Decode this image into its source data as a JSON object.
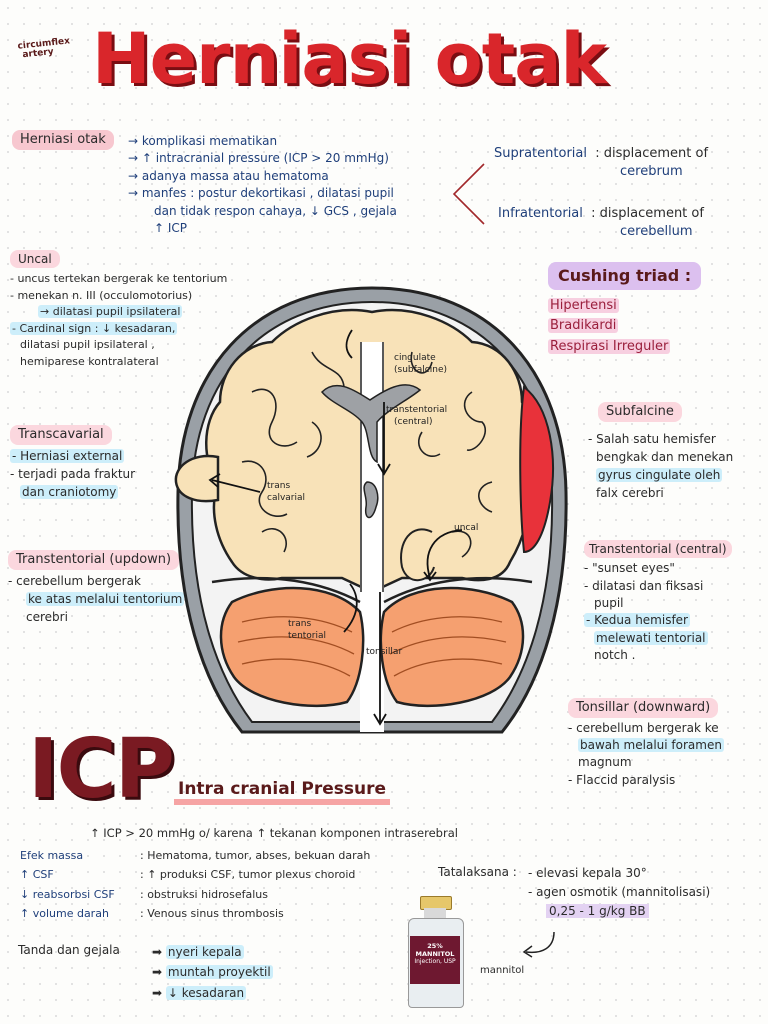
{
  "header": {
    "corner_note_1": "circumflex",
    "corner_note_2": "artery",
    "title": "Herniasi otak"
  },
  "definition": {
    "label": "Herniasi otak",
    "lines": [
      "→ komplikasi mematikan",
      "→ ↑ intracranial pressure (ICP > 20 mmHg)",
      "→ adanya massa atau hematoma",
      "→ manfes : postur dekortikasi , dilatasi pupil",
      "dan tidak respon cahaya, ↓ GCS , gejala",
      "↑ ICP"
    ]
  },
  "classification": {
    "supratentorial_label": "Supratentorial",
    "supratentorial_desc_1": ": displacement of",
    "supratentorial_desc_2": "cerebrum",
    "infratentorial_label": "Infratentorial",
    "infratentorial_desc_1": ": displacement of",
    "infratentorial_desc_2": "cerebellum"
  },
  "cushing": {
    "title": "Cushing triad :",
    "items": [
      "Hipertensi",
      "Bradikardi",
      "Respirasi Irreguler"
    ]
  },
  "uncal": {
    "title": "Uncal",
    "lines": [
      "- uncus tertekan bergerak ke tentorium",
      "- menekan n. III (occulomotorius)",
      "→ dilatasi pupil ipsilateral",
      "- Cardinal sign : ↓ kesadaran,",
      "dilatasi pupil ipsilateral ,",
      "hemiparese kontralateral"
    ]
  },
  "transcavarial": {
    "title": "Transcavarial",
    "lines": [
      "- Herniasi external",
      "- terjadi pada fraktur",
      "dan craniotomy"
    ]
  },
  "transtentorial_up": {
    "title": "Transtentorial (updown)",
    "lines": [
      "- cerebellum bergerak",
      "ke atas melalui tentorium",
      "cerebri"
    ]
  },
  "subfalcine": {
    "title": "Subfalcine",
    "lines": [
      "- Salah satu hemisfer",
      "bengkak dan menekan",
      "gyrus cingulate oleh",
      "falx cerebri"
    ]
  },
  "transtentorial_central": {
    "title": "Transtentorial (central)",
    "lines": [
      "- \"sunset eyes\"",
      "- dilatasi dan fiksasi",
      "pupil",
      "- Kedua hemisfer",
      "melewati tentorial",
      "notch ."
    ]
  },
  "tonsillar": {
    "title": "Tonsillar (downward)",
    "lines": [
      "- cerebellum bergerak ke",
      "bawah melalui foramen",
      "magnum",
      "- Flaccid paralysis"
    ]
  },
  "diagram_labels": {
    "cingulate": "cingulate",
    "subfalcine": "(subfalcine)",
    "transtentorial": "transtentorial",
    "central": "(central)",
    "trans_calvarial_1": "trans",
    "trans_calvarial_2": "calvarial",
    "uncal": "uncal",
    "trans_tentorial_1": "trans",
    "trans_tentorial_2": "tentorial",
    "tonsillar": "tonsillar"
  },
  "icp": {
    "big": "ICP",
    "subtitle": "Intra cranial Pressure",
    "def": "↑ ICP > 20 mmHg o/ karena ↑ tekanan komponen intraserebral",
    "rows": [
      {
        "k": "Efek massa",
        "v": ": Hematoma, tumor, abses, bekuan darah"
      },
      {
        "k": "↑ CSF",
        "v": ": ↑ produksi CSF, tumor plexus choroid"
      },
      {
        "k": "↓ reabsorbsi CSF",
        "v": ": obstruksi hidrosefalus"
      },
      {
        "k": "↑ volume darah",
        "v": ": Venous sinus thrombosis"
      }
    ],
    "tanda_label": "Tanda dan gejala",
    "tanda_items": [
      "nyeri kepala",
      "muntah proyektil",
      "↓ kesadaran"
    ]
  },
  "tatalaksana": {
    "label": "Tatalaksana :",
    "lines": [
      "- elevasi kepala 30°",
      "- agen osmotik (mannitolisasi)",
      "0,25 - 1 g/kg BB"
    ],
    "bottle_label_1": "25% MANNITOL",
    "bottle_label_2": "Injection, USP",
    "caption": "mannitol"
  },
  "colors": {
    "title_red": "#d9262b",
    "label_pink": "#f7c7cf",
    "cushing_violet": "#dcc0ef",
    "highlight_blue": "#cdeefa",
    "brain": "#f8e2b8",
    "cerebellum": "#f5a070",
    "hematoma": "#e8323a"
  }
}
